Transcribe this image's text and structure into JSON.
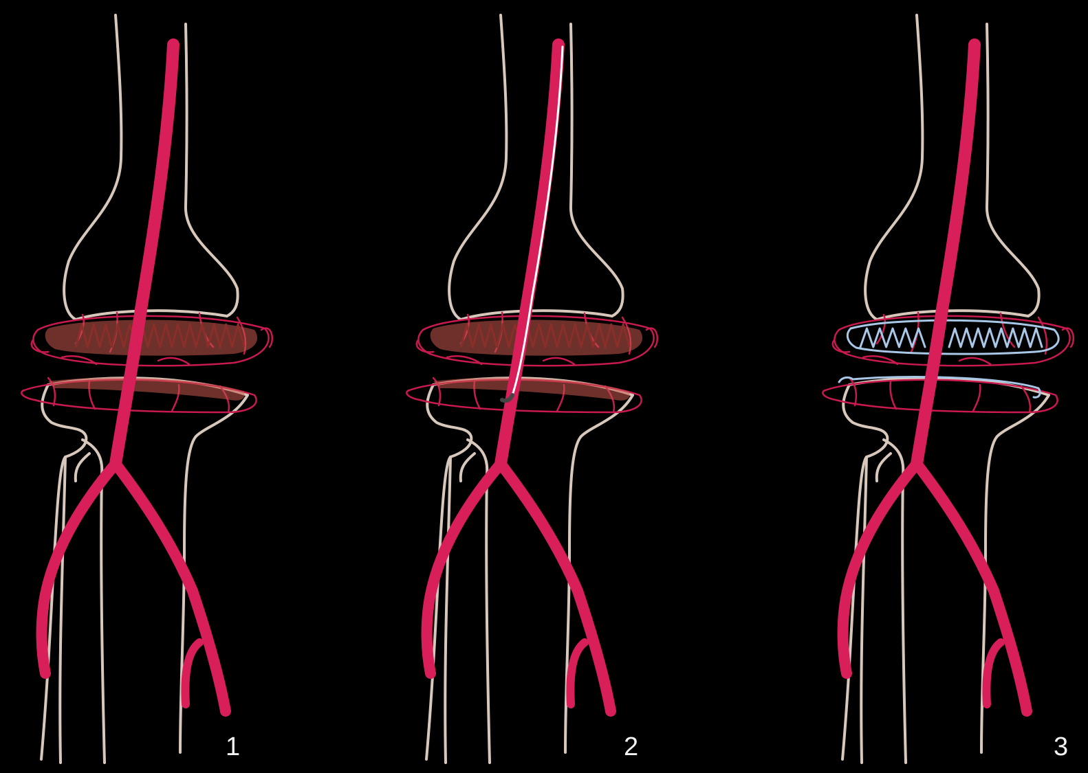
{
  "colors": {
    "background": "#000000",
    "bone_outline": "#d8c8bc",
    "artery": "#d81f5a",
    "genicular_network": "#c81a4e",
    "embolized_vessels": "#c9574c",
    "catheter": "#ffffff",
    "catheter_tip": "#444444",
    "embolic_coil": "#a9c8e8",
    "label_text": "#f2f2f2"
  },
  "panels": [
    {
      "number": "1",
      "catheter": false,
      "coils": false,
      "embolized": true
    },
    {
      "number": "2",
      "catheter": true,
      "coils": false,
      "embolized": true
    },
    {
      "number": "3",
      "catheter": false,
      "coils": true,
      "embolized": false
    }
  ]
}
